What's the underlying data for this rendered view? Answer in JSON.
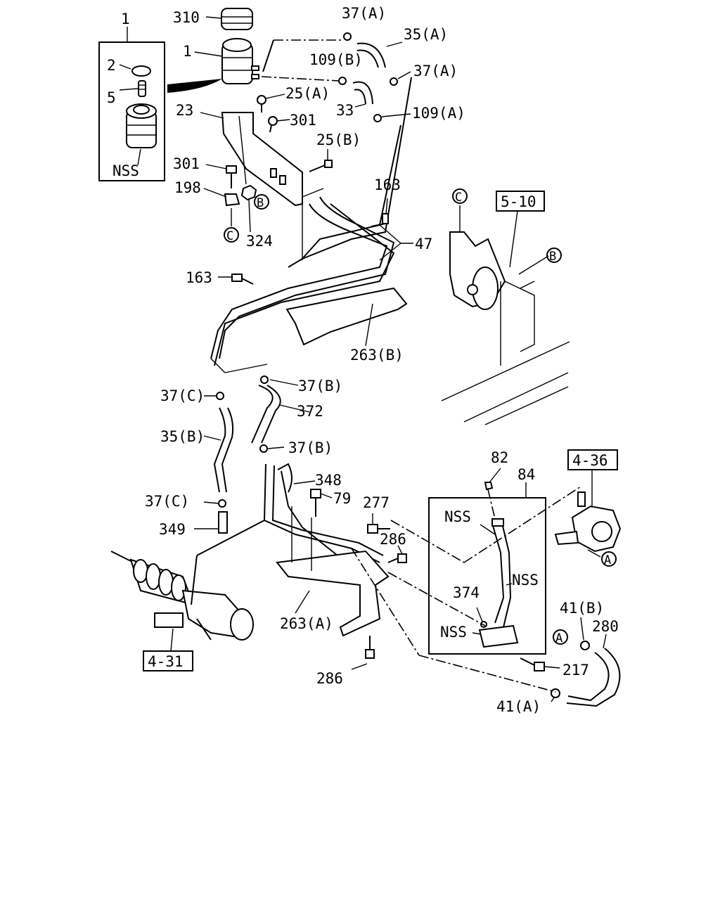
{
  "callouts": {
    "c1_top": "1",
    "c310": "310",
    "c1_tank": "1",
    "c2": "2",
    "c5": "5",
    "nss_inset": "NSS",
    "c37a_1": "37(A)",
    "c35a": "35(A)",
    "c109b": "109(B)",
    "c37a_2": "37(A)",
    "c25a": "25(A)",
    "c23": "23",
    "c33": "33",
    "c109a": "109(A)",
    "c301_1": "301",
    "c25b": "25(B)",
    "c301_2": "301",
    "c198": "198",
    "c163_1": "163",
    "c324": "324",
    "c47": "47",
    "c163_2": "163",
    "c263b": "263(B)",
    "c37c_1": "37(C)",
    "c37b_1": "37(B)",
    "c372": "372",
    "c35b": "35(B)",
    "c37b_2": "37(B)",
    "c348": "348",
    "c79": "79",
    "c277": "277",
    "c82": "82",
    "c84": "84",
    "c37c_2": "37(C)",
    "c349": "349",
    "c286_1": "286",
    "nss_1": "NSS",
    "nss_2": "NSS",
    "c374": "374",
    "nss_3": "NSS",
    "c263a": "263(A)",
    "c41b": "41(B)",
    "c280": "280",
    "c217": "217",
    "c286_2": "286",
    "c41a": "41(A)"
  },
  "references": {
    "ref_5_10": "5-10",
    "ref_4_36": "4-36",
    "ref_4_31": "4-31"
  },
  "markers": {
    "b1": "B",
    "b2": "B",
    "c1": "C",
    "c2": "C",
    "a1": "A",
    "a2": "A"
  }
}
